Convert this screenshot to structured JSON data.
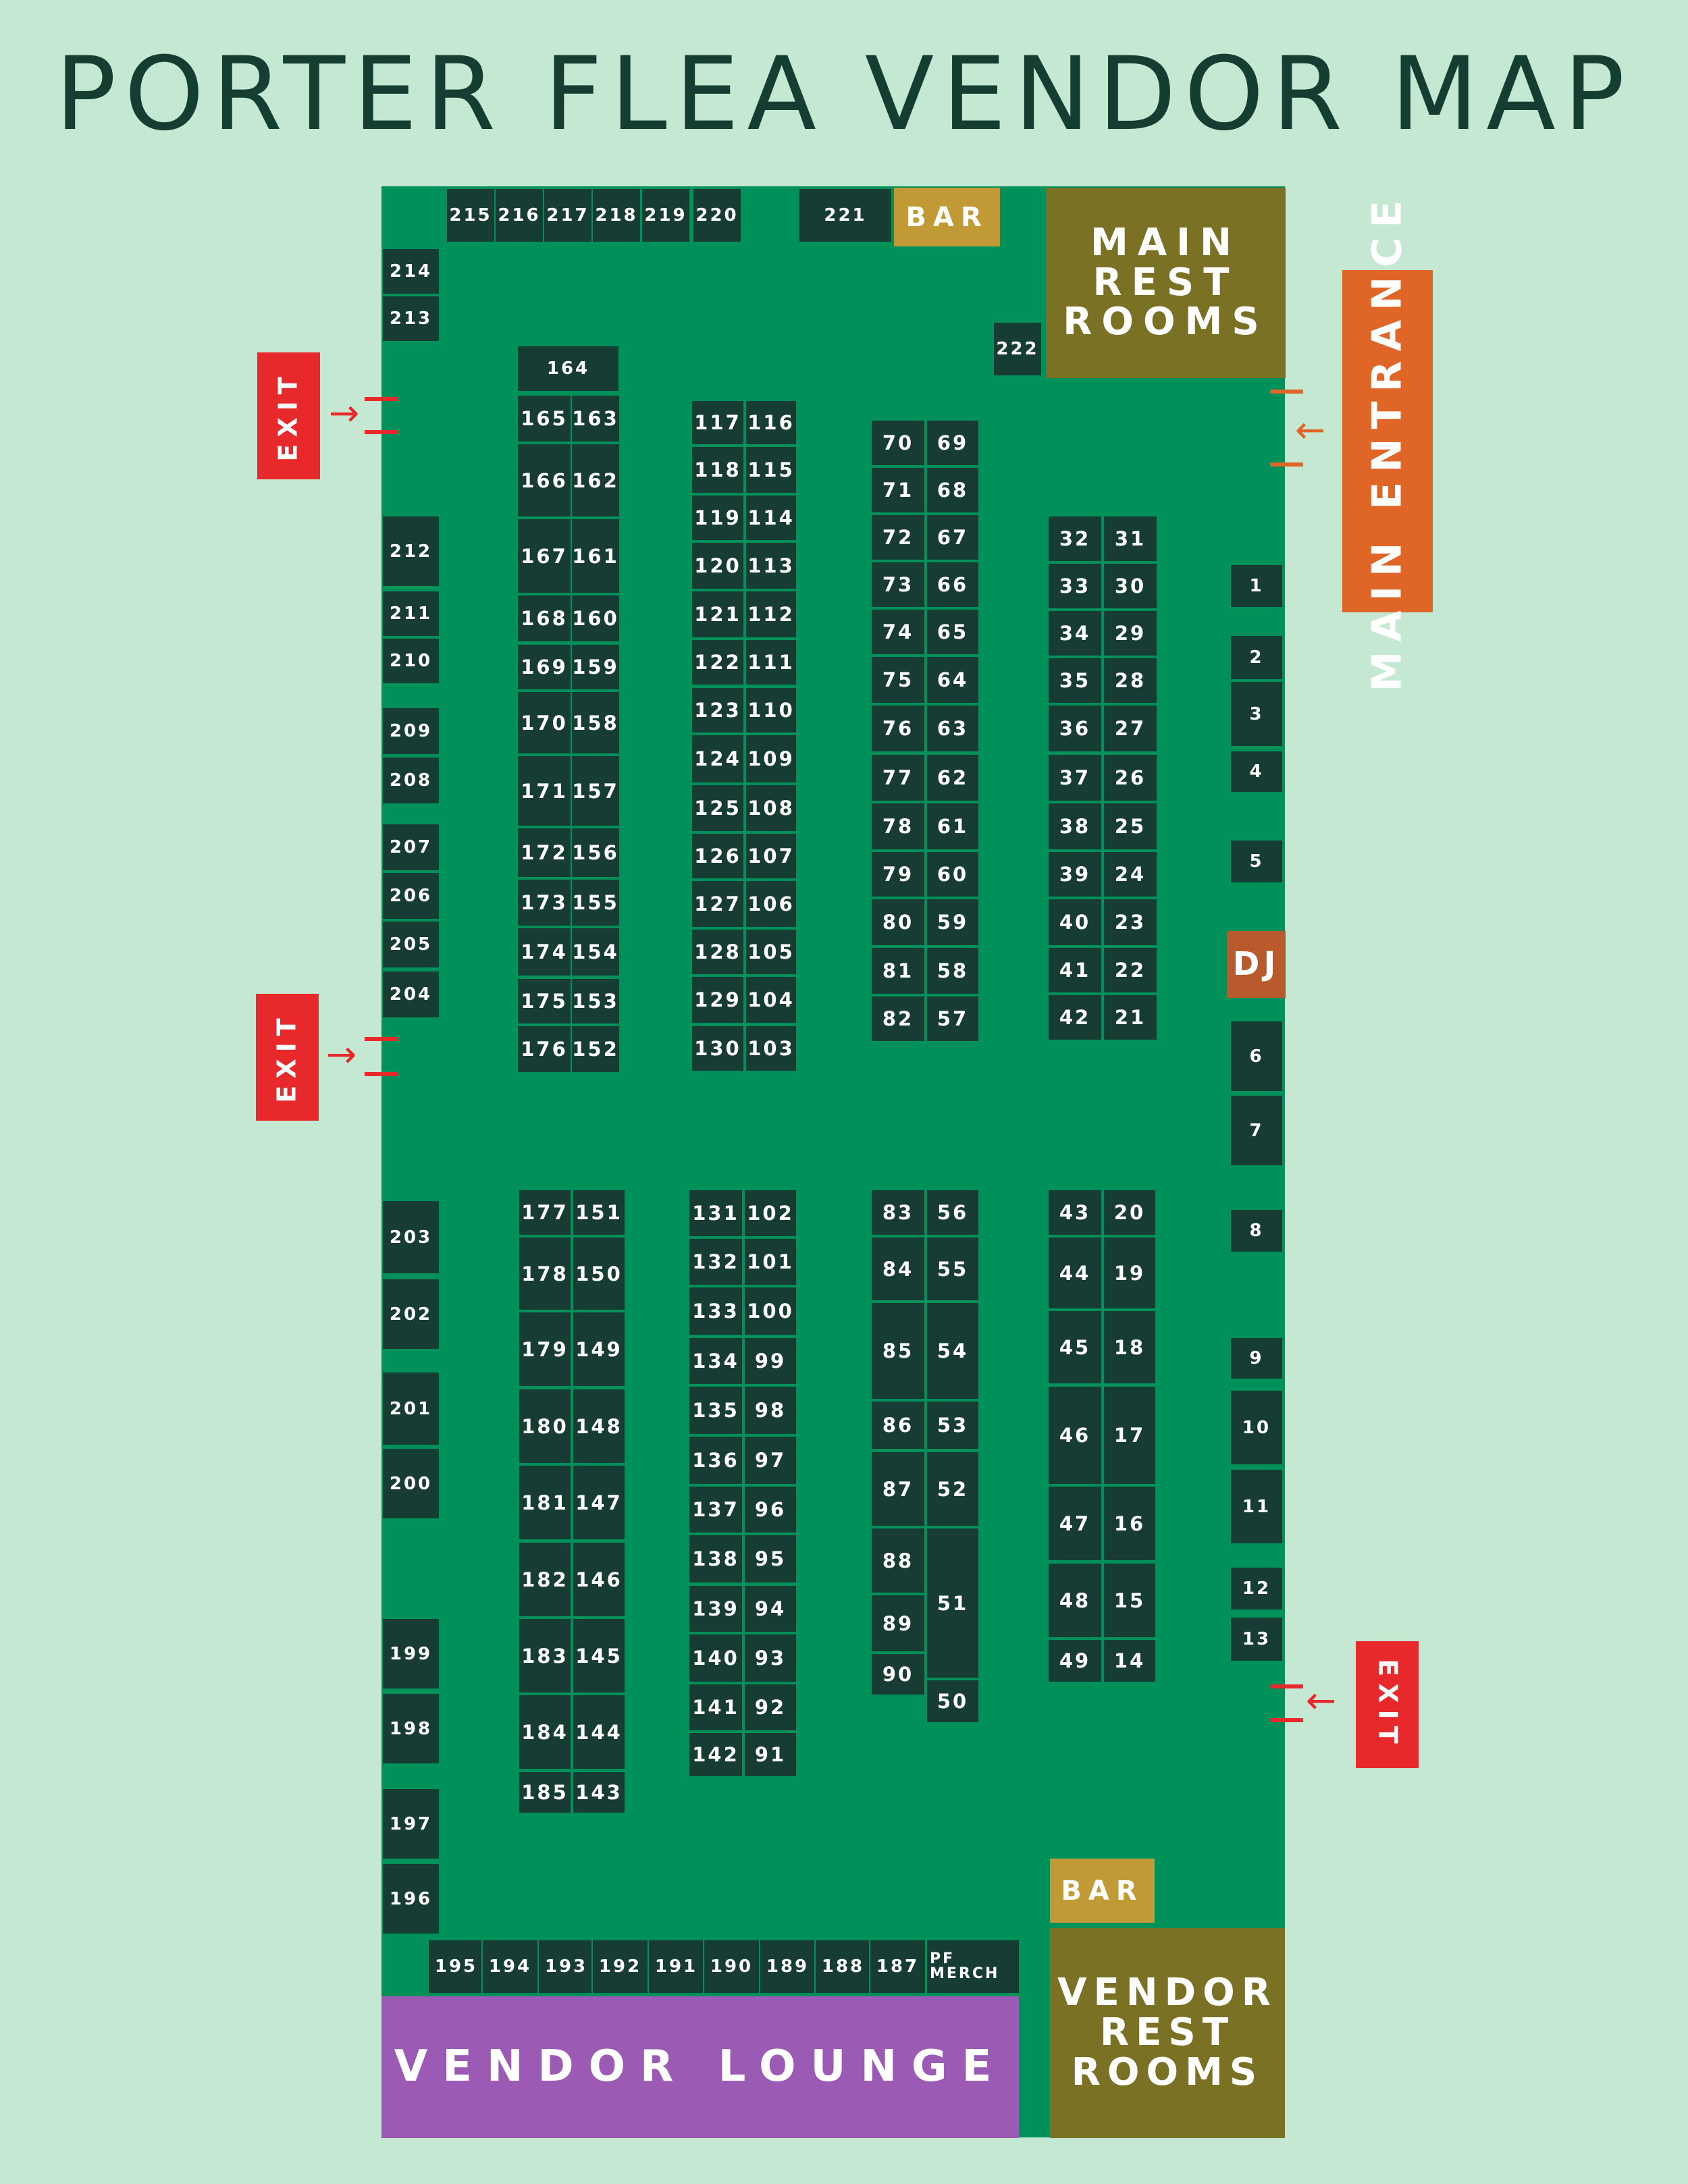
{
  "title": "PORTER FLEA VENDOR MAP",
  "colors": {
    "background": "#c4e8d1",
    "hall_floor": "#00915a",
    "booth": "#173c33",
    "bar": "#c19a35",
    "restrooms": "#7b7124",
    "entrance": "#e06627",
    "exit": "#e8292b",
    "dj": "#b85a2b",
    "vendor_lounge": "#9b5bb5"
  },
  "labels": {
    "bar_top": "BAR",
    "bar_bottom": "BAR",
    "main_restrooms": "MAIN\nREST\nROOMS",
    "vendor_restrooms": "VENDOR\nREST\nROOMS",
    "main_entrance": "MAIN\nENTRANCE",
    "dj": "DJ",
    "vendor_lounge": "VENDOR LOUNGE",
    "exit": "EXIT",
    "pf_merch": "PF\nMERCH"
  },
  "booths": {
    "top_row": [
      "215",
      "216",
      "217",
      "218",
      "219",
      "220"
    ],
    "top_221": "221",
    "booth_222": "222",
    "left_wall": [
      "214",
      "213",
      "212",
      "211",
      "210",
      "209",
      "208",
      "207",
      "206",
      "205",
      "204",
      "203",
      "202",
      "201",
      "200",
      "199",
      "198",
      "197",
      "196"
    ],
    "bottom_row": [
      "195",
      "194",
      "193",
      "192",
      "191",
      "190",
      "189",
      "188",
      "187"
    ],
    "col_a_top": "164",
    "col_a_left_upper": [
      "165",
      "166",
      "167",
      "168",
      "169",
      "170",
      "171",
      "172",
      "173",
      "174",
      "175",
      "176"
    ],
    "col_a_right_upper": [
      "163",
      "162",
      "161",
      "160",
      "159",
      "158",
      "157",
      "156",
      "155",
      "154",
      "153",
      "152"
    ],
    "col_a_left_lower": [
      "177",
      "178",
      "179",
      "180",
      "181",
      "182",
      "183",
      "184",
      "185"
    ],
    "col_a_right_lower": [
      "151",
      "150",
      "149",
      "148",
      "147",
      "146",
      "145",
      "144",
      "143"
    ],
    "col_b_left_upper": [
      "117",
      "118",
      "119",
      "120",
      "121",
      "122",
      "123",
      "124",
      "125",
      "126",
      "127",
      "128",
      "129",
      "130"
    ],
    "col_b_right_upper": [
      "116",
      "115",
      "114",
      "113",
      "112",
      "111",
      "110",
      "109",
      "108",
      "107",
      "106",
      "105",
      "104",
      "103"
    ],
    "col_b_left_lower": [
      "131",
      "132",
      "133",
      "134",
      "135",
      "136",
      "137",
      "138",
      "139",
      "140",
      "141",
      "142"
    ],
    "col_b_right_lower": [
      "102",
      "101",
      "100",
      "99",
      "98",
      "97",
      "96",
      "95",
      "94",
      "93",
      "92",
      "91"
    ],
    "col_c_left_upper": [
      "70",
      "71",
      "72",
      "73",
      "74",
      "75",
      "76",
      "77",
      "78",
      "79",
      "80",
      "81",
      "82"
    ],
    "col_c_right_upper": [
      "69",
      "68",
      "67",
      "66",
      "65",
      "64",
      "63",
      "62",
      "61",
      "60",
      "59",
      "58",
      "57"
    ],
    "col_c_left_lower": [
      "83",
      "84",
      "85",
      "86",
      "87",
      "88",
      "89",
      "90"
    ],
    "col_c_right_lower": [
      "56",
      "55",
      "54",
      "53",
      "52",
      "51",
      "50"
    ],
    "col_d_left_upper": [
      "32",
      "33",
      "34",
      "35",
      "36",
      "37",
      "38",
      "39",
      "40",
      "41",
      "42"
    ],
    "col_d_right_upper": [
      "31",
      "30",
      "29",
      "28",
      "27",
      "26",
      "25",
      "24",
      "23",
      "22",
      "21"
    ],
    "col_d_left_lower": [
      "43",
      "44",
      "45",
      "46",
      "47",
      "48",
      "49"
    ],
    "col_d_right_lower": [
      "20",
      "19",
      "18",
      "17",
      "16",
      "15",
      "14"
    ],
    "right_wall": [
      "1",
      "2",
      "3",
      "4",
      "5",
      "6",
      "7",
      "8",
      "9",
      "10",
      "11",
      "12",
      "13"
    ]
  }
}
